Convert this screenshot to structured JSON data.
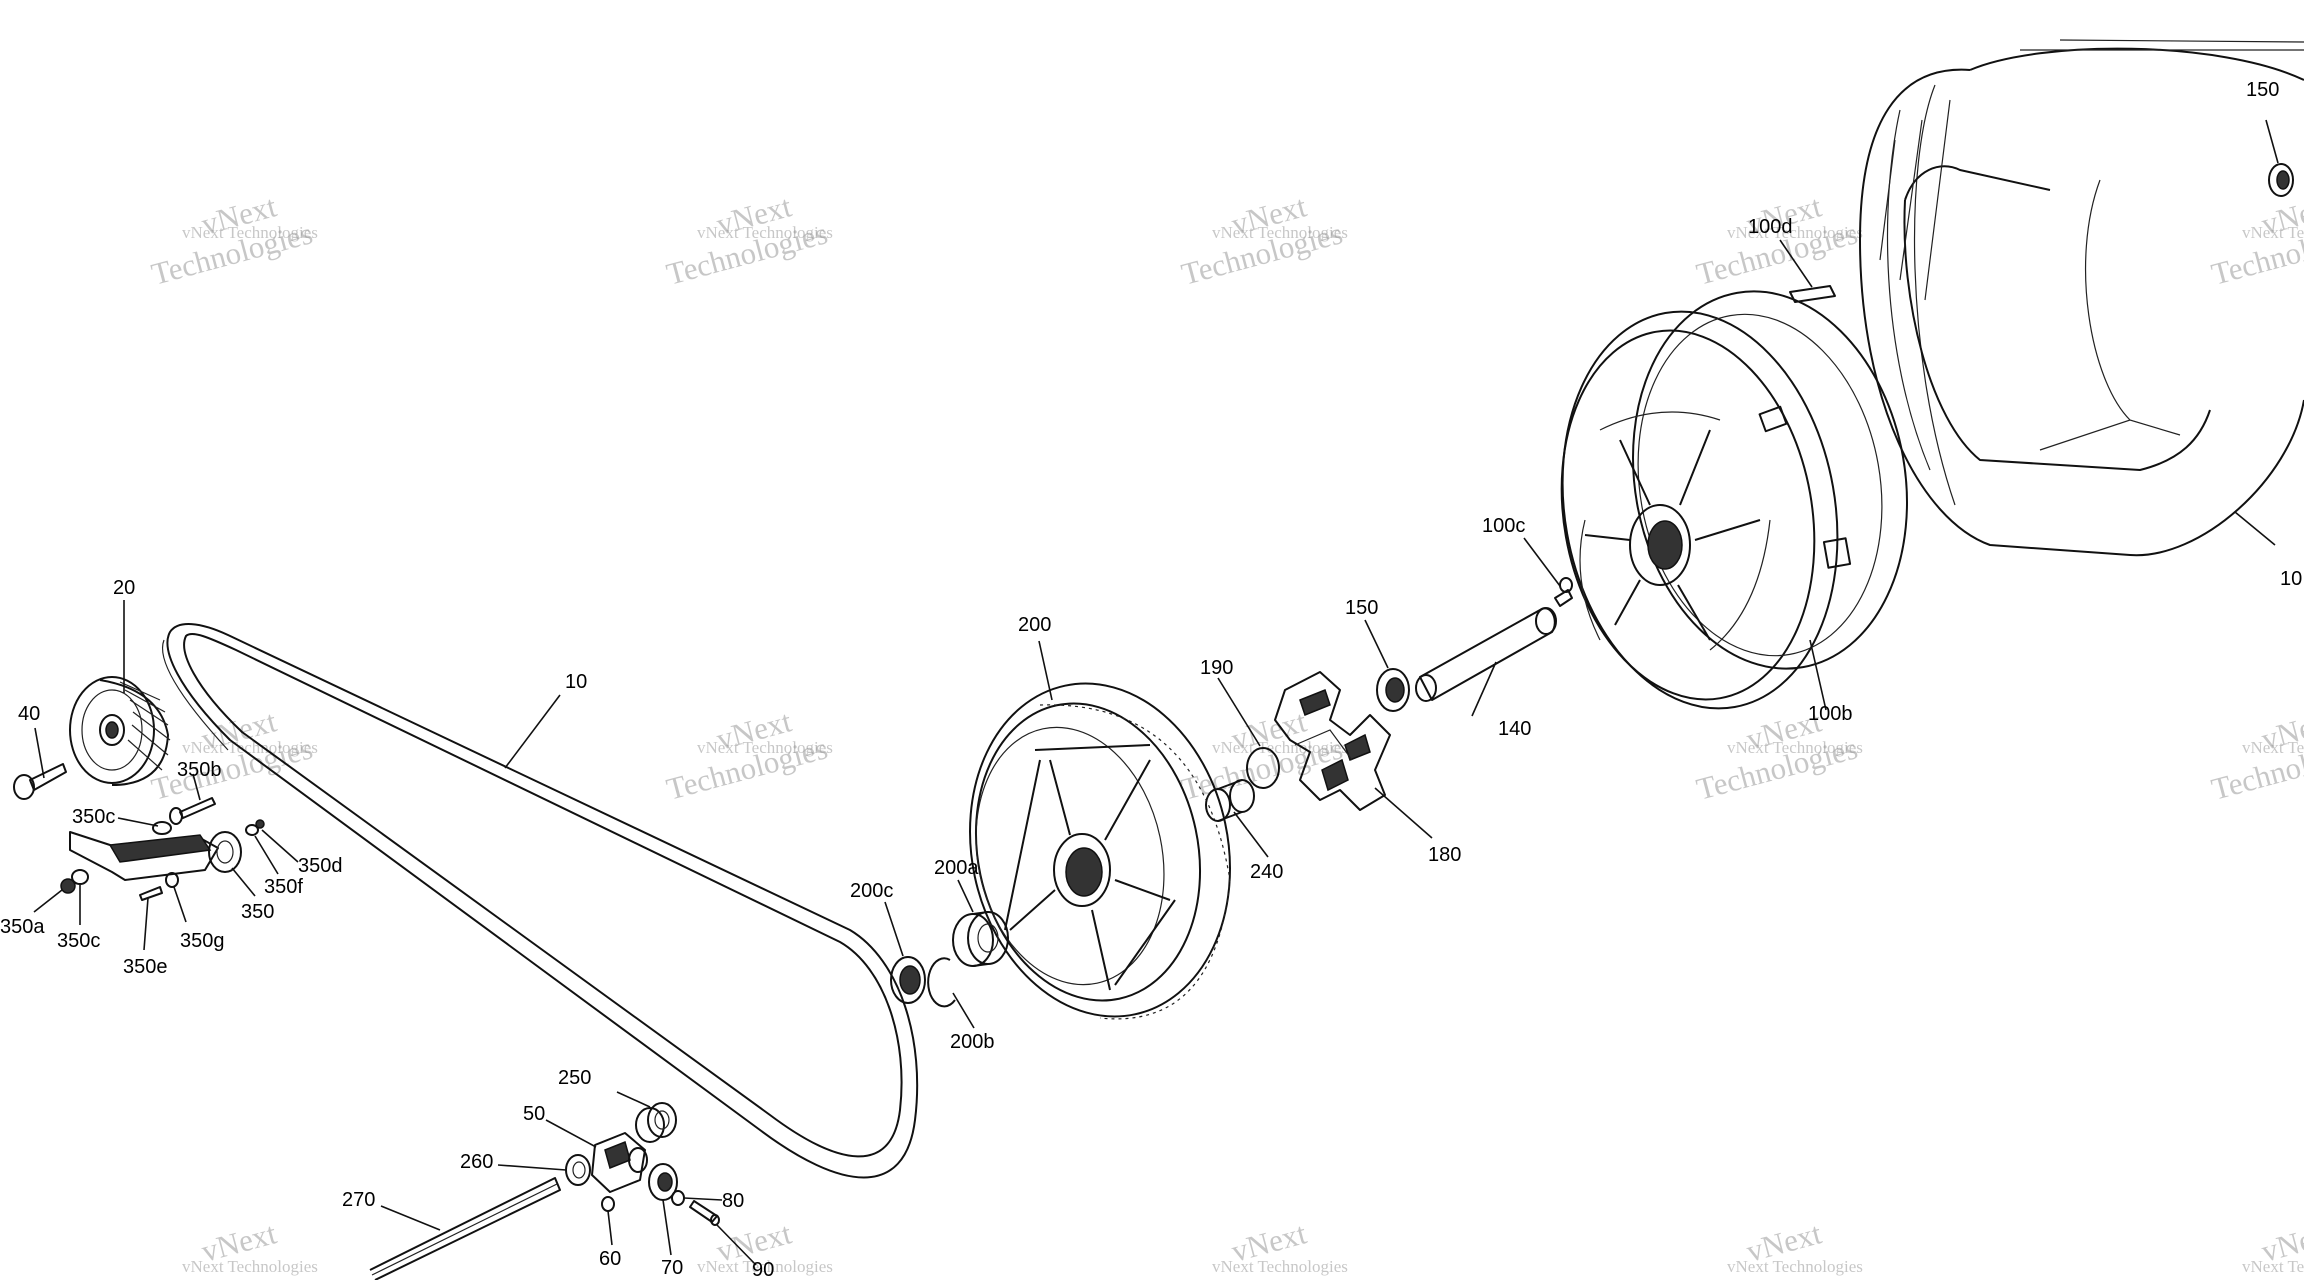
{
  "watermark": {
    "line1": "vNext Technologies",
    "line2": "vNext",
    "line3": "Technologies"
  },
  "callouts": {
    "c20": "20",
    "c40": "40",
    "c10": "10",
    "c350b": "350b",
    "c350c_top": "350c",
    "c350d": "350d",
    "c350f": "350f",
    "c350": "350",
    "c350a": "350a",
    "c350c_bottom": "350c",
    "c350g": "350g",
    "c350e": "350e",
    "c200": "200",
    "c200c": "200c",
    "c200a": "200a",
    "c200b": "200b",
    "c190": "190",
    "c240": "240",
    "c150_mid": "150",
    "c180": "180",
    "c100c": "100c",
    "c140": "140",
    "c100b": "100b",
    "c100d": "100d",
    "c150_top": "150",
    "c100_edge": "10",
    "c250": "250",
    "c50": "50",
    "c260": "260",
    "c270": "270",
    "c60": "60",
    "c70": "70",
    "c80": "80",
    "c90": "90"
  }
}
